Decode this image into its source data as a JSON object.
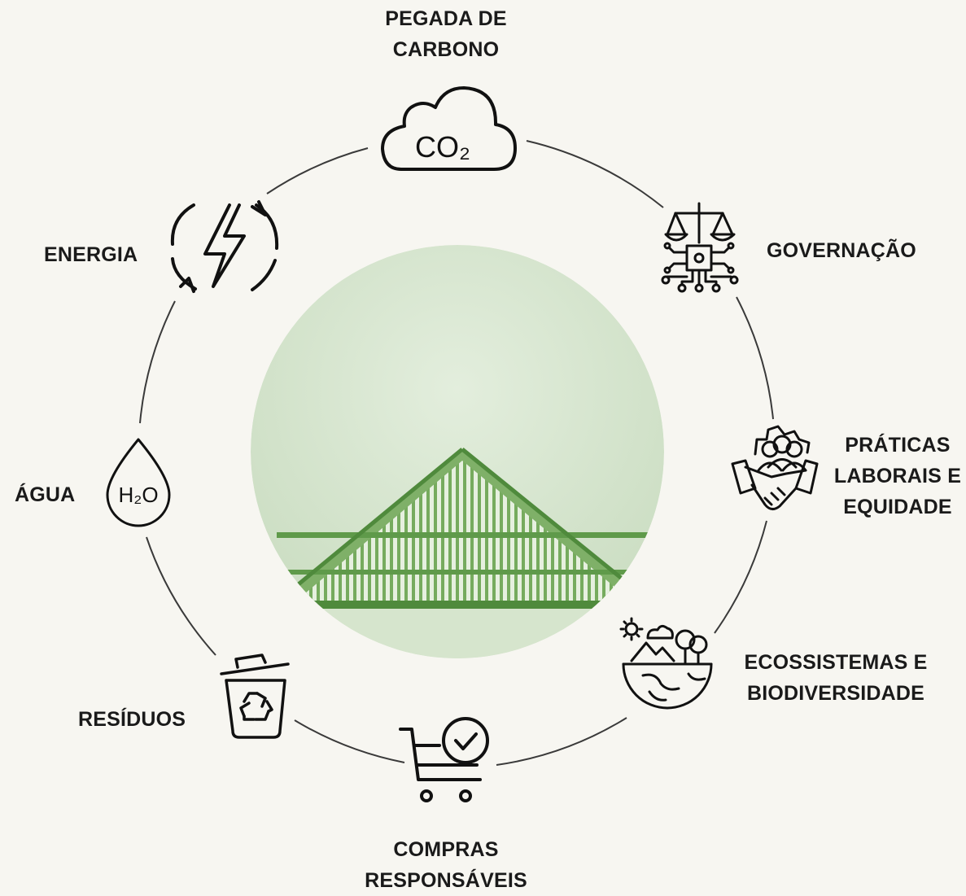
{
  "diagram": {
    "theme": {
      "background": "#f7f6f1",
      "ring": "#3a3a3a",
      "icon": "#111111",
      "center_green": "#cfe0c6",
      "roof_green": "#5f9a4a"
    },
    "items": [
      {
        "id": "carbon",
        "label_lines": [
          "PEGADA DE",
          "CARBONO"
        ],
        "icon": "cloud-co2-icon",
        "icon_text": "CO₂"
      },
      {
        "id": "governance",
        "label_lines": [
          "GOVERNAÇÃO"
        ],
        "icon": "scales-circuit-icon"
      },
      {
        "id": "labor",
        "label_lines": [
          "PRÁTICAS",
          "LABORAIS E",
          "EQUIDADE"
        ],
        "icon": "handshake-people-icon"
      },
      {
        "id": "ecosystems",
        "label_lines": [
          "ECOSSISTEMAS E",
          "BIODIVERSIDADE"
        ],
        "icon": "earth-nature-icon"
      },
      {
        "id": "purchases",
        "label_lines": [
          "COMPRAS",
          "RESPONSÁVEIS"
        ],
        "icon": "cart-check-icon"
      },
      {
        "id": "waste",
        "label_lines": [
          "RESÍDUOS"
        ],
        "icon": "recycle-bin-icon"
      },
      {
        "id": "water",
        "label_lines": [
          "ÁGUA"
        ],
        "icon": "water-drop-h2o-icon",
        "icon_text": "H₂O"
      },
      {
        "id": "energy",
        "label_lines": [
          "ENERGIA"
        ],
        "icon": "energy-cycle-icon"
      }
    ]
  }
}
